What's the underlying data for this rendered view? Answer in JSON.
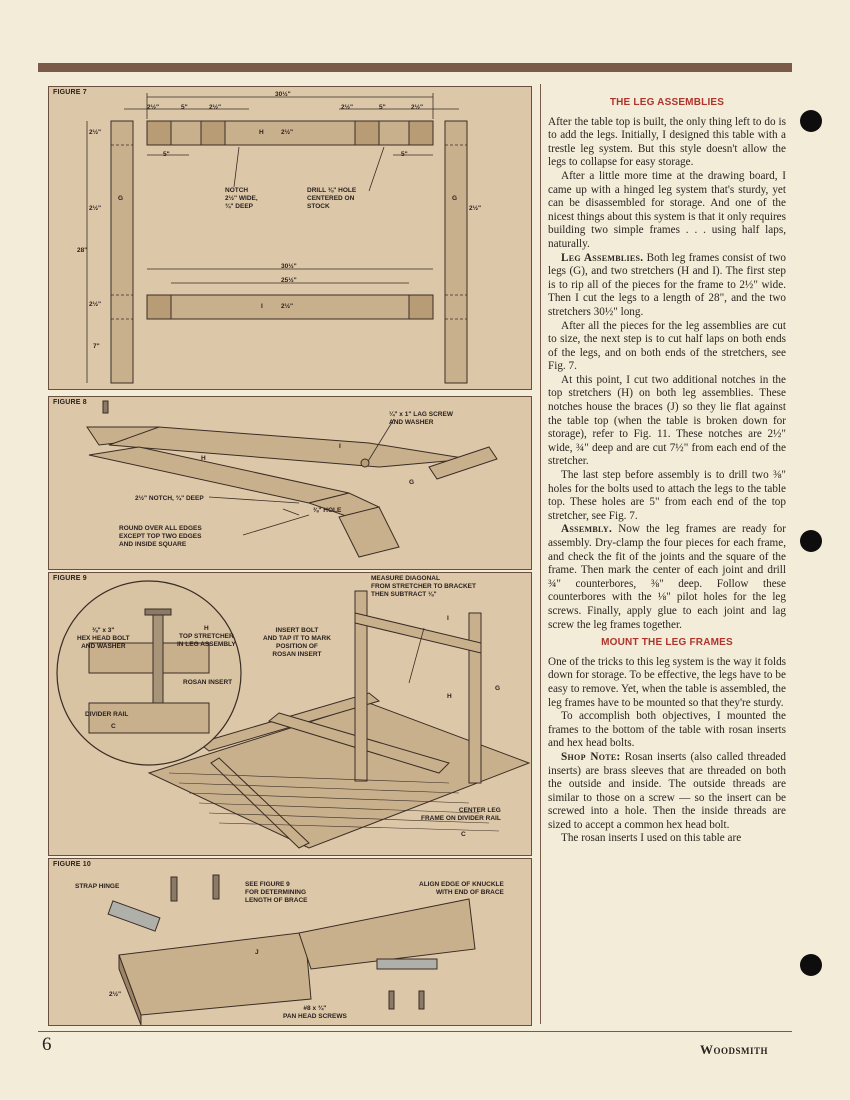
{
  "figures": {
    "fig7": {
      "label": "FIGURE 7",
      "dims": {
        "top_total": "30½\"",
        "seg_a": "2½\"",
        "seg_b": "5\"",
        "seg_c": "2½\"",
        "seg_d": "2½\"",
        "seg_e": "5\"",
        "seg_f": "2½\"",
        "left_top": "2½\"",
        "left_g": "2½\"",
        "left_height": "28\"",
        "left_i": "2½\"",
        "left_low": "7\"",
        "right_g": "2½\"",
        "inner_5_left": "5\"",
        "inner_5_right": "5\"",
        "h_width": "2½\"",
        "i_width": "2½\"",
        "i_total": "30½\"",
        "i_inner": "25½\""
      },
      "part_h": "H",
      "part_g_left": "G",
      "part_g_right": "G",
      "part_i": "I",
      "notch_note": "NOTCH\n2½\" WIDE,\n¾\" DEEP",
      "hole_note": "DRILL ⅜\" HOLE\nCENTERED ON\nSTOCK"
    },
    "fig8": {
      "label": "FIGURE 8",
      "lag_note": "¼\" x 1\" LAG SCREW\nAND WASHER",
      "notch_note": "2½\" NOTCH, ¾\" DEEP",
      "hole_note": "⅜\" HOLE",
      "round_note": "ROUND OVER ALL EDGES\nEXCEPT TOP TWO EDGES\nAND INSIDE SQUARE",
      "part_i": "I",
      "part_h": "H",
      "part_g": "G"
    },
    "fig9": {
      "label": "FIGURE 9",
      "measure_note": "MEASURE DIAGONAL\nFROM STRETCHER TO BRACKET\nTHEN SUBTRACT ⅛\"",
      "bolt_note": "⅜\" x 3\"\nHEX HEAD BOLT\nAND WASHER",
      "stretcher_note": "H\nTOP STRETCHER\nIN LEG ASSEMBLY",
      "insert_bolt_note": "INSERT BOLT\nAND TAP IT TO MARK\nPOSITION OF\nROSAN INSERT",
      "rosan_note": "ROSAN INSERT",
      "divider_note": "DIVIDER RAIL",
      "center_note": "CENTER LEG\nFRAME ON DIVIDER RAIL",
      "part_i": "I",
      "part_h": "H",
      "part_g": "G",
      "part_c": "C",
      "part_c2": "C"
    },
    "fig10": {
      "label": "FIGURE 10",
      "hinge_note": "STRAP HINGE",
      "see_note": "SEE FIGURE 9\nFOR DETERMINING\nLENGTH OF BRACE",
      "align_note": "ALIGN EDGE OF KNUCKLE\nWITH END OF BRACE",
      "screw_note": "#8 x ¾\"\nPAN HEAD SCREWS",
      "dim": "2½\"",
      "part_j": "J"
    }
  },
  "article": {
    "heading1": "THE LEG ASSEMBLIES",
    "p1": "After the table top is built, the only thing left to do is to add the legs. Initially, I designed this table with a trestle leg system. But this style doesn't allow the legs to collapse for easy storage.",
    "p2": "After a little more time at the drawing board, I came up with a hinged leg system that's sturdy, yet can be disassembled for storage. And one of the nicest things about this system is that it only requires building two simple frames . . . using half laps, naturally.",
    "p3_lead": "Leg Assemblies.",
    "p3": " Both leg frames consist of two legs (G), and two stretchers (H and I). The first step is to rip all of the pieces for the frame to 2½\" wide. Then I cut the legs to a length of 28\", and the two stretchers 30½\" long.",
    "p4": "After all the pieces for the leg assemblies are cut to size, the next step is to cut half laps on both ends of the legs, and on both ends of the stretchers, see Fig. 7.",
    "p5": "At this point, I cut two additional notches in the top stretchers (H) on both leg assemblies. These notches house the braces (J) so they lie flat against the table top (when the table is broken down for storage), refer to Fig. 11. These notches are 2½\" wide, ¾\" deep and are cut 7½\" from each end of the stretcher.",
    "p6": "The last step before assembly is to drill two ⅜\" holes for the bolts used to attach the legs to the table top. These holes are 5\" from each end of the top stretcher, see Fig. 7.",
    "p7_lead": "Assembly.",
    "p7": " Now the leg frames are ready for assembly. Dry-clamp the four pieces for each frame, and check the fit of the joints and the square of the frame. Then mark the center of each joint and drill ¾\" counterbores, ⅜\" deep. Follow these counterbores with the ⅛\" pilot holes for the leg screws. Finally, apply glue to each joint and lag screw the leg frames together.",
    "heading2": "MOUNT THE LEG FRAMES",
    "p8": "One of the tricks to this leg system is the way it folds down for storage. To be effective, the legs have to be easy to remove. Yet, when the table is assembled, the leg frames have to be mounted so that they're sturdy.",
    "p9": "To accomplish both objectives, I mounted the frames to the bottom of the table with rosan inserts and hex head bolts.",
    "p10_lead": "Shop Note:",
    "p10": " Rosan inserts (also called threaded inserts) are brass sleeves that are threaded on both the outside and inside. The outside threads are similar to those on a screw — so the insert can be screwed into a hole. Then the inside threads are sized to accept a common hex head bolt.",
    "p11": "The rosan inserts I used on this table are"
  },
  "footer": {
    "page_number": "6",
    "magazine": "Woodsmith"
  },
  "colors": {
    "heading": "#b0342c",
    "rule": "#7a5a48",
    "figure_bg": "#dcc8a8",
    "wood": "#c9b08c"
  }
}
